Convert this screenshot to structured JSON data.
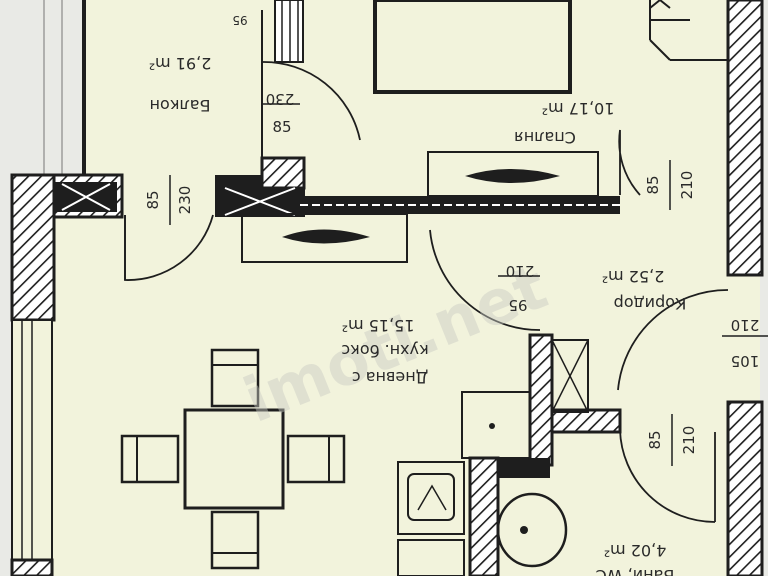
{
  "colors": {
    "floor": "#f2f3dc",
    "outside": "#e9eae6",
    "wall": "#1e1e1e",
    "hatch_bg": "#ffffff",
    "line": "#222222"
  },
  "rooms": {
    "balcony_name": "Балкон",
    "balcony_area": "2,91 m²",
    "bedroom_name": "Спалня",
    "bedroom_area": "10,17 m²",
    "corridor_name": "Коридор",
    "corridor_area": "2,52 m²",
    "living_line1": "Дневна с",
    "living_line2": "кухн. бокс",
    "living_area": "15,15 m²",
    "bath_name": "Бани, WC",
    "bath_area": "4,02 m²"
  },
  "doors": {
    "top_width": "95",
    "balcony_width": "85",
    "balcony_height": "230",
    "living_width": "85",
    "living_height": "230",
    "bedroom_width": "85",
    "bedroom_height": "210",
    "corridor_width": "95",
    "corridor_height": "210",
    "entry_width": "105",
    "entry_height": "210",
    "bath_width": "85",
    "bath_height": "210"
  },
  "watermark": "imoti.net"
}
